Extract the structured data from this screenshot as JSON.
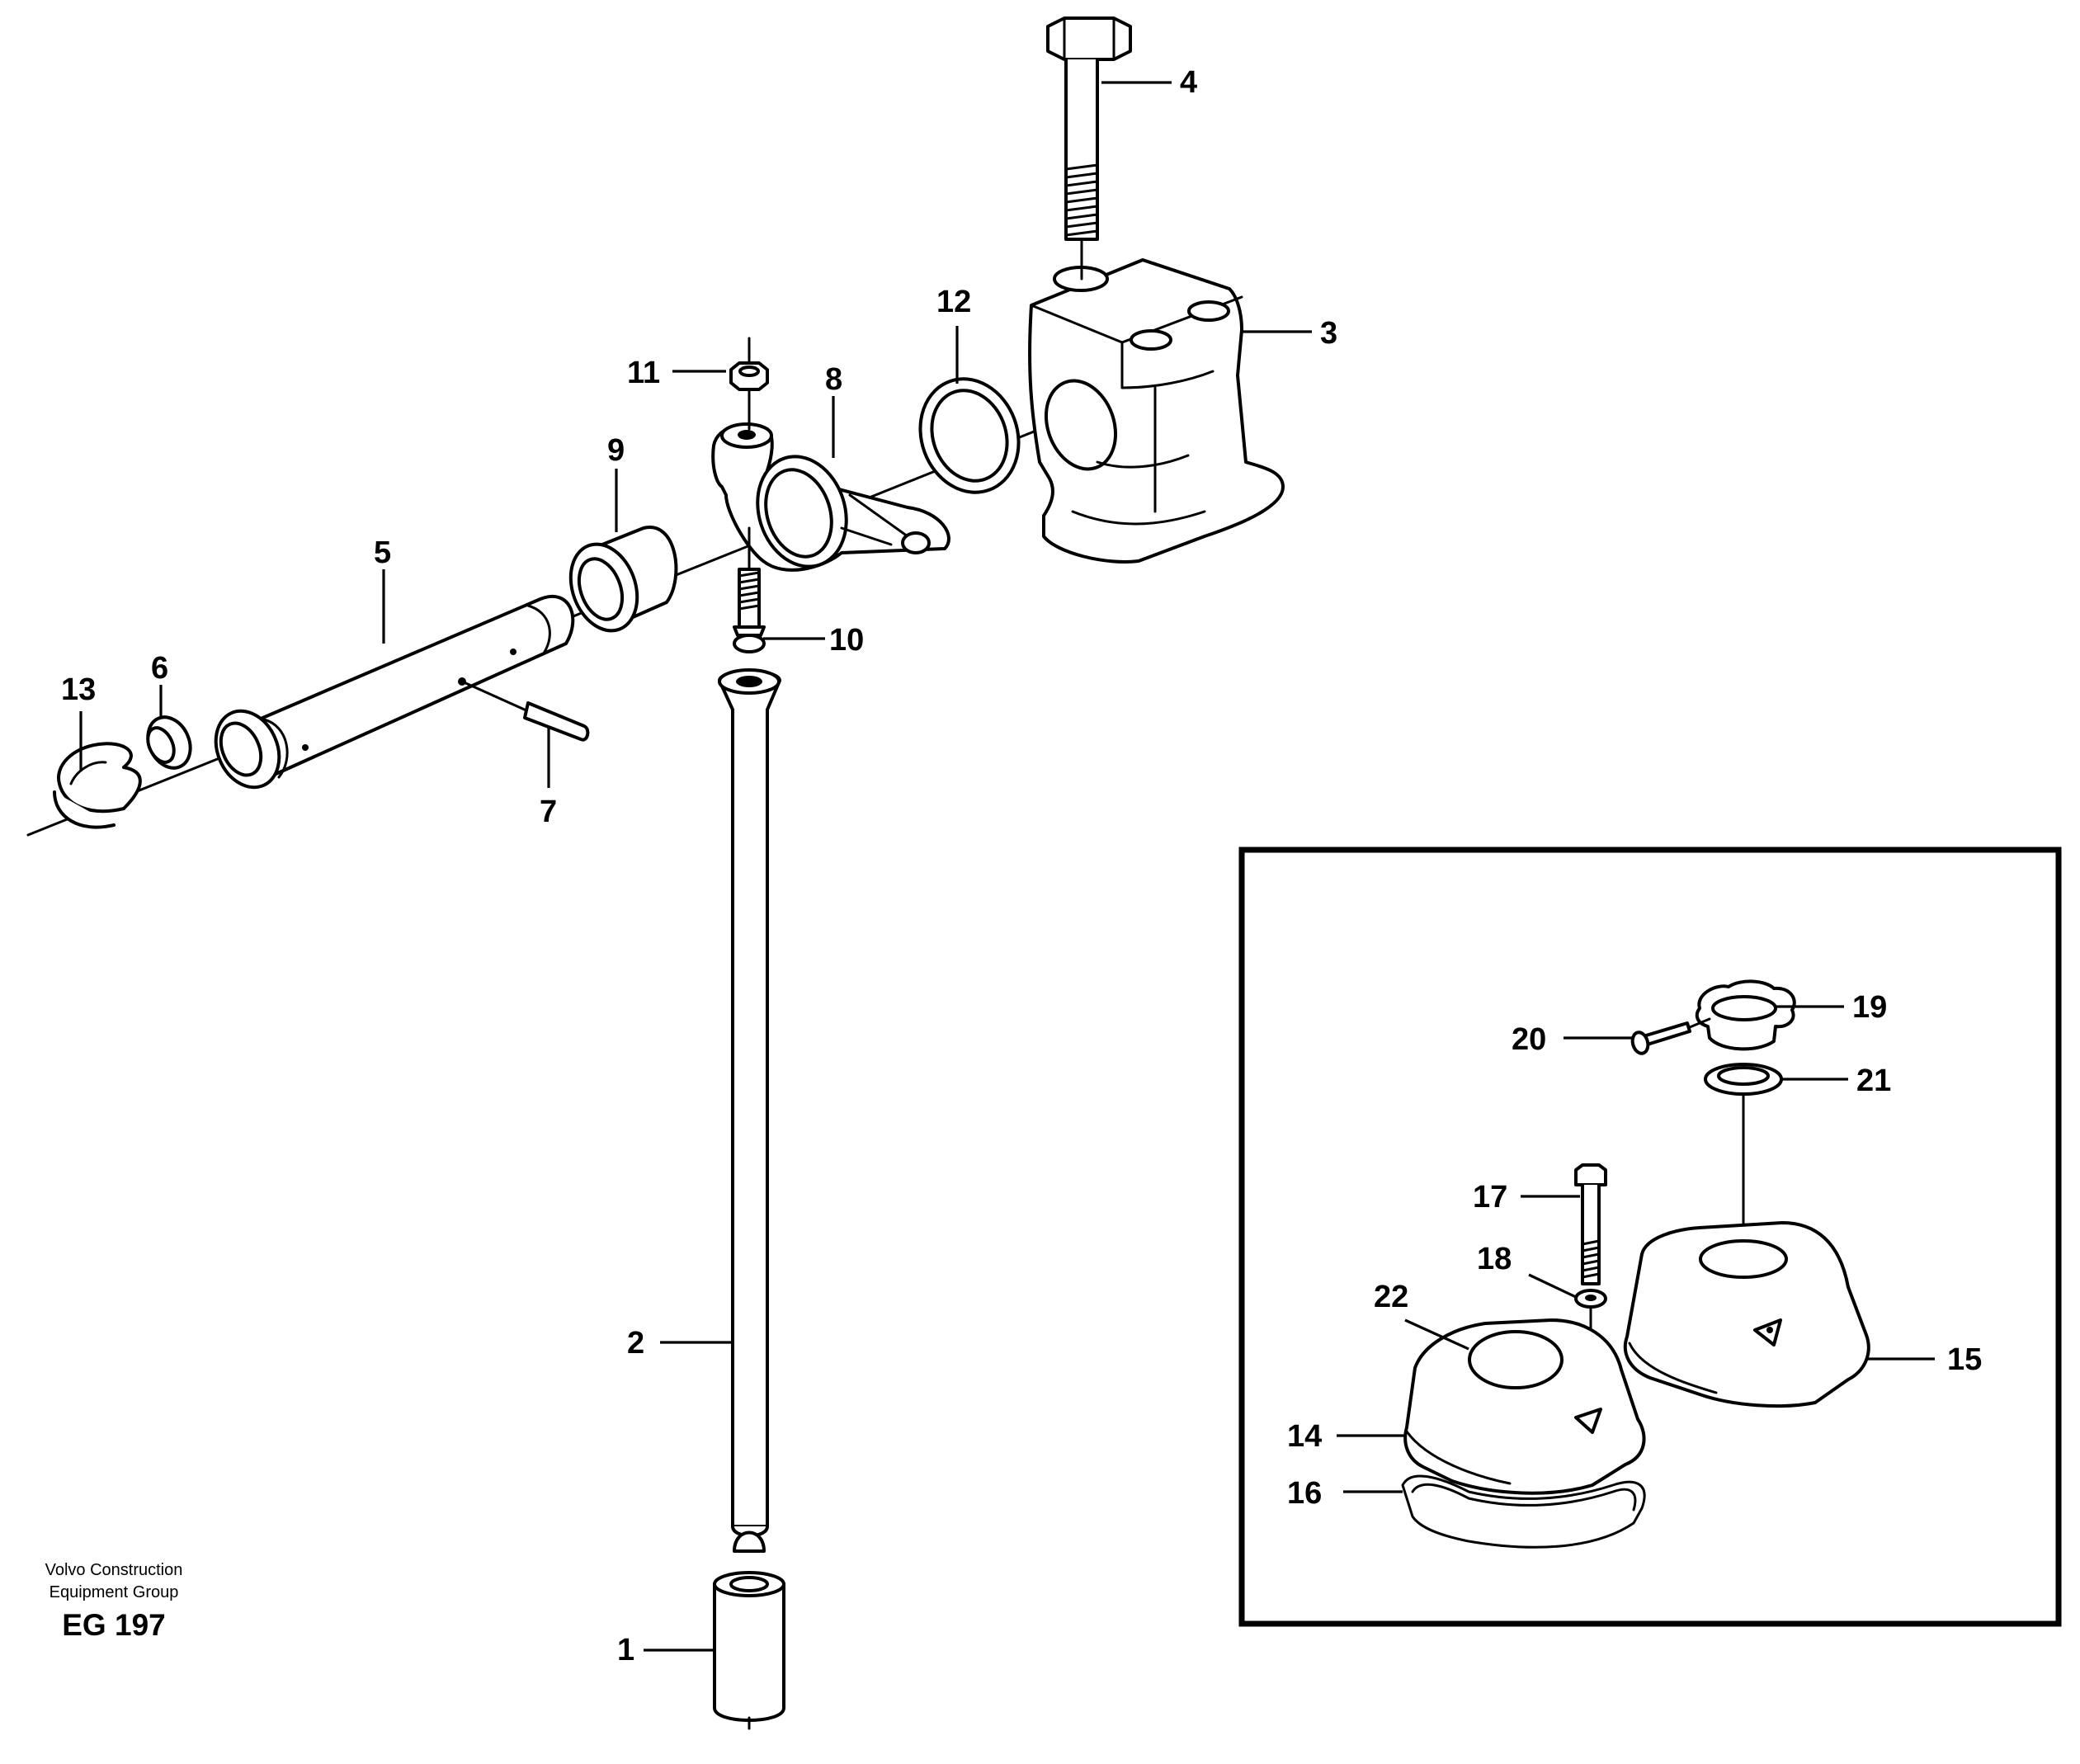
{
  "callouts": {
    "c1": "1",
    "c2": "2",
    "c3": "3",
    "c4": "4",
    "c5": "5",
    "c6": "6",
    "c7": "7",
    "c8": "8",
    "c9": "9",
    "c10": "10",
    "c11": "11",
    "c12": "12",
    "c13": "13",
    "c14": "14",
    "c15": "15",
    "c16": "16",
    "c17": "17",
    "c18": "18",
    "c19": "19",
    "c20": "20",
    "c21": "21",
    "c22": "22"
  },
  "footer": {
    "brand_line1": "Volvo Construction",
    "brand_line2": "Equipment Group",
    "code": "EG 197"
  }
}
